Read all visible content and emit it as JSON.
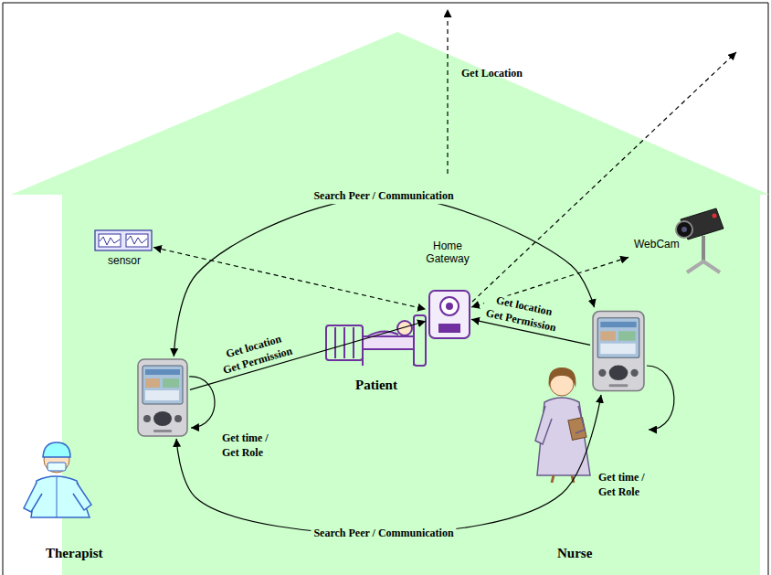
{
  "diagram": {
    "nodes": [
      {
        "text": [
          "Home Gateway"
        ]
      },
      {
        "text": [
          "sensor"
        ]
      },
      {
        "text": [
          "WebCam"
        ]
      },
      {
        "text": [
          "Patient"
        ]
      },
      {
        "text": [
          "Therapist"
        ]
      },
      {
        "text": [
          "Nurse"
        ]
      }
    ],
    "edges": [
      {
        "from": 4,
        "to": 5,
        "arrow": "both",
        "label": "Search Peer / Communication"
      },
      {
        "from": 4,
        "to": 5,
        "arrow": "both",
        "label": "Search Peer / Communication"
      },
      {
        "from": 4,
        "to": 0,
        "arrow": "to",
        "label": "Get location Get Permission"
      },
      {
        "from": 5,
        "to": 0,
        "arrow": "to",
        "label": "Get location Get Permission"
      },
      {
        "from": 1,
        "to": 0,
        "arrow": "both"
      },
      {
        "from": 2,
        "to": 0,
        "arrow": "both"
      }
    ],
    "labels": [
      "Get Location",
      "Get time / Get Role",
      "Get time / Get Role"
    ]
  }
}
